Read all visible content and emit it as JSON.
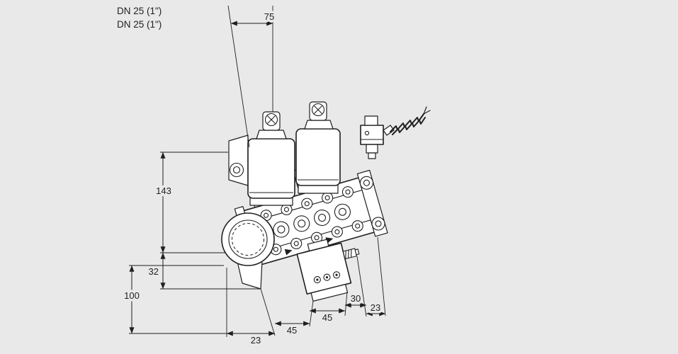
{
  "labels": {
    "dn_line1": "DN 25 (1\")",
    "dn_line2": "DN 25 (1\")"
  },
  "dimensions": {
    "solenoid_offset": "75",
    "valve_height": "143",
    "port_offset": "32",
    "base_height": "100",
    "bottom_left": "23",
    "bottom_mid_left": "45",
    "bottom_mid_right": "45",
    "side_top": "30",
    "side_right": "23"
  },
  "colors": {
    "background": "#e9e9e9",
    "line": "#1f1f1f",
    "fill": "#ffffff"
  }
}
